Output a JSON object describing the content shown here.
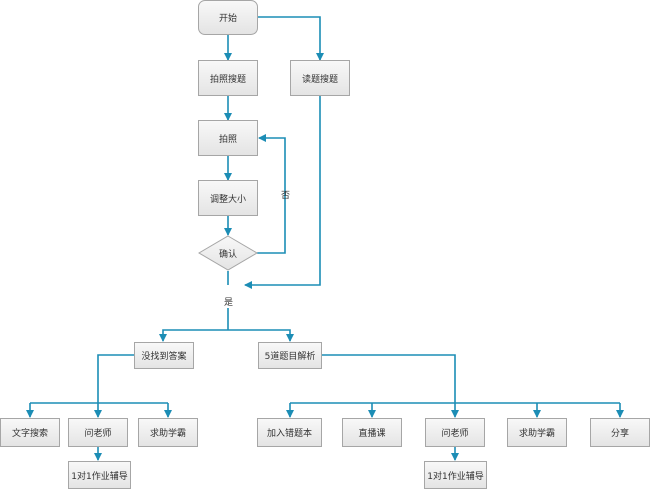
{
  "nodes": {
    "start": "开始",
    "photo_search": "拍照搜题",
    "read_search": "读题搜题",
    "take_photo": "拍照",
    "resize": "调整大小",
    "confirm": "确认",
    "not_found": "没找到答案",
    "five_analysis": "5道题目解析",
    "text_search": "文字搜索",
    "ask_teacher_left": "问老师",
    "help_scholar_left": "求助学霸",
    "tutoring_left": "1对1作业辅导",
    "add_wrong_book": "加入错题本",
    "live_class": "直播课",
    "ask_teacher_right": "问老师",
    "help_scholar_right": "求助学霸",
    "share": "分享",
    "tutoring_right": "1对1作业辅导"
  },
  "edge_labels": {
    "no": "否",
    "yes": "是"
  },
  "colors": {
    "connector": "#1c8db5",
    "node_border": "#a6a6a6",
    "text": "#333333"
  }
}
